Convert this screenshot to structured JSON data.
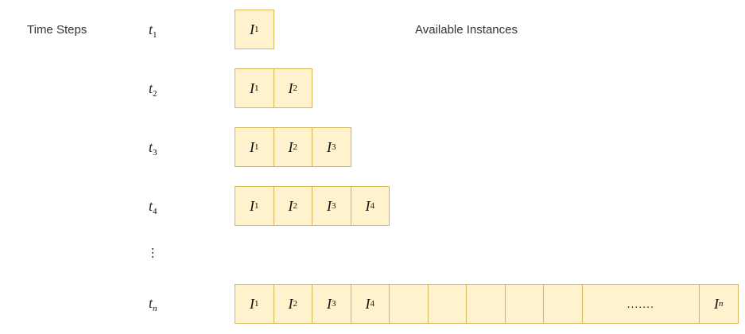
{
  "labels": {
    "time_steps": "Time Steps",
    "available_instances": "Available Instances"
  },
  "rows": [
    {
      "step": {
        "var": "t",
        "sub": "1"
      },
      "cells": [
        {
          "var": "I",
          "sub": "1"
        }
      ]
    },
    {
      "step": {
        "var": "t",
        "sub": "2"
      },
      "cells": [
        {
          "var": "I",
          "sub": "1"
        },
        {
          "var": "I",
          "sub": "2"
        }
      ]
    },
    {
      "step": {
        "var": "t",
        "sub": "3"
      },
      "cells": [
        {
          "var": "I",
          "sub": "1"
        },
        {
          "var": "I",
          "sub": "2"
        },
        {
          "var": "I",
          "sub": "3"
        }
      ]
    },
    {
      "step": {
        "var": "t",
        "sub": "4"
      },
      "cells": [
        {
          "var": "I",
          "sub": "1"
        },
        {
          "var": "I",
          "sub": "2"
        },
        {
          "var": "I",
          "sub": "3"
        },
        {
          "var": "I",
          "sub": "4"
        }
      ]
    },
    {
      "step": {
        "var": "t",
        "sub": "n",
        "sub_italic": true
      },
      "cells": [
        {
          "var": "I",
          "sub": "1"
        },
        {
          "var": "I",
          "sub": "2"
        },
        {
          "var": "I",
          "sub": "3"
        },
        {
          "var": "I",
          "sub": "4"
        },
        {
          "var": "",
          "sub": ""
        },
        {
          "var": "",
          "sub": ""
        },
        {
          "var": "",
          "sub": ""
        },
        {
          "var": "",
          "sub": ""
        },
        {
          "var": "",
          "sub": ""
        },
        {
          "text": ".......",
          "wide": true
        },
        {
          "var": "I",
          "sub": "n",
          "sub_italic": true
        }
      ]
    }
  ],
  "colors": {
    "cell_fill": "#fff2cc",
    "cell_border": "#d6b656"
  }
}
